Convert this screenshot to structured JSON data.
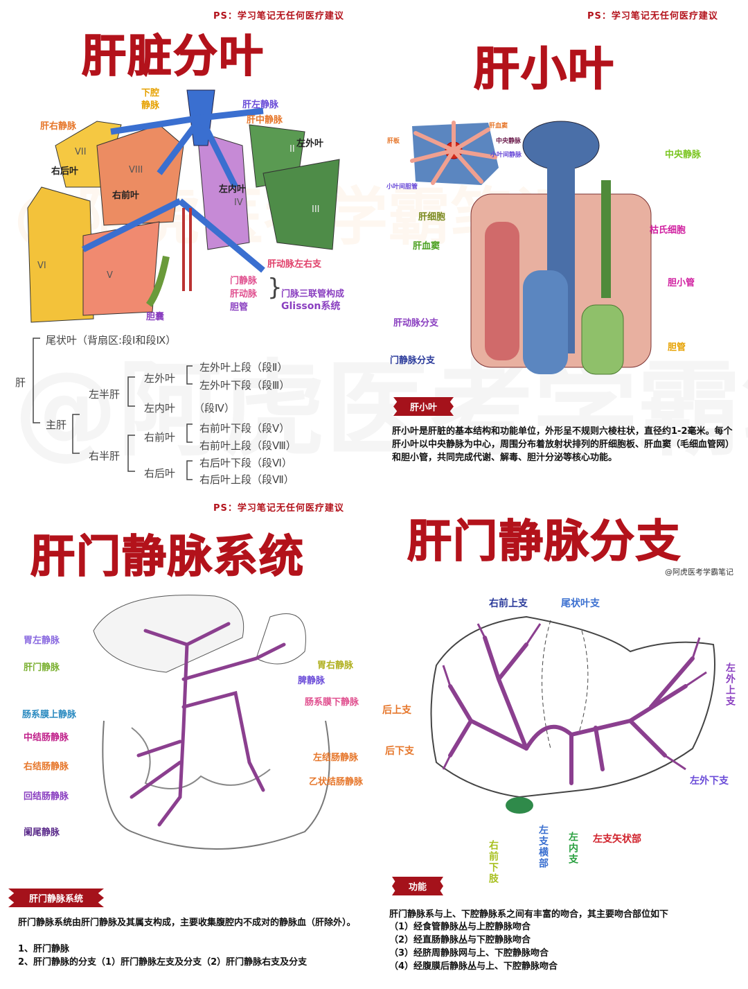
{
  "disclaimer": "PS：学习笔记无任何医疗建议",
  "watermark": "@阿虎医考学霸笔记",
  "q1": {
    "title": "肝脏分叶",
    "labels": {
      "ivc": "下腔\n静脉",
      "lhv": "肝左静脉",
      "mhv": "肝中静脉",
      "rhv": "肝右静脉",
      "rpost": "右后叶",
      "rant": "右前叶",
      "lat": "左外叶",
      "med": "左内叶",
      "artery_lr": "肝动脉左右支",
      "pv": "门静脉",
      "ha": "肝动脉",
      "bd": "胆管",
      "triad": "门脉三联管构成",
      "glisson": "Glisson系统",
      "gb": "胆囊",
      "seg_vii": "VII",
      "seg_viii": "VIII",
      "seg_vi": "VI",
      "seg_v": "V",
      "seg_ii": "II",
      "seg_iii": "III",
      "seg_iv": "IV"
    },
    "tree": {
      "root": "肝",
      "caudate": "尾状叶（背扇区:段Ⅰ和段Ⅸ）",
      "main": "主肝",
      "left_half": "左半肝",
      "right_half": "右半肝",
      "left_lateral": "左外叶",
      "left_medial": "左内叶",
      "right_anterior": "右前叶",
      "right_posterior": "右后叶",
      "s2": "左外叶上段（段Ⅱ）",
      "s3": "左外叶下段（段Ⅲ）",
      "s4": "（段Ⅳ）",
      "s5": "右前叶下段（段Ⅴ）",
      "s8": "右前叶上段（段Ⅷ）",
      "s6": "右后叶下段（段Ⅵ）",
      "s7": "右后叶上段（段Ⅶ）"
    }
  },
  "q2": {
    "title": "肝小叶",
    "inset": {
      "sinusoid": "肝血窦",
      "plate": "肝板",
      "central": "中央静脉",
      "interlobular_vein": "小叶间静脉",
      "interlobular_duct": "小叶间胆管"
    },
    "labels": {
      "central": "中央静脉",
      "hepatocyte": "肝细胞",
      "sinusoid": "肝血窦",
      "kupffer": "枯氏细胞",
      "canaliculus": "胆小管",
      "artery": "肝动脉分支",
      "duct": "胆管",
      "portal": "门静脉分支"
    },
    "section": "肝小叶",
    "text": "肝小叶是肝脏的基本结构和功能单位，外形呈不规则六棱柱状，直径约1-2毫米。每个肝小叶以中央静脉为中心，周围分布着放射状排列的肝细胞板、肝血窦（毛细血管网）和胆小管，共同完成代谢、解毒、胆汁分泌等核心功能。"
  },
  "q3": {
    "title": "肝门静脉系统",
    "labels_left": [
      "胃左静脉",
      "肝门静脉",
      "肠系膜上静脉",
      "中结肠静脉",
      "右结肠静脉",
      "回结肠静脉",
      "阑尾静脉"
    ],
    "labels_right": [
      "胃右静脉",
      "脾静脉",
      "肠系膜下静脉",
      "左结肠静脉",
      "乙状结肠静脉"
    ],
    "section": "肝门静脉系统",
    "text": [
      "肝门静脉系统由肝门静脉及其属支构成，主要收集腹腔内不成对的静脉血（肝除外）。",
      "1、肝门静脉",
      "2、肝门静脉的分支（1）肝门静脉左支及分支（2）肝门静脉右支及分支"
    ]
  },
  "q4": {
    "title": "肝门静脉分支",
    "credit": "@阿虎医考学霸笔记",
    "labels": {
      "ra_sup": "右前上支",
      "caudate": "尾状叶支",
      "post_sup": "后上支",
      "post_inf": "后下支",
      "ll_sup": "左外上支",
      "ll_inf": "左外下支",
      "sagittal": "左支矢状部",
      "ra_inf": "右前下肢",
      "transverse": "左支横部",
      "lmed": "左内支"
    },
    "section": "功能",
    "text": [
      "肝门静脉系与上、下腔静脉系之间有丰富的吻合，其主要吻合部位如下",
      "（1）经食管静脉丛与上腔静脉吻合",
      "（2）经直肠静脉丛与下腔静脉吻合",
      "（3）经脐周静脉网与上、下腔静脉吻合",
      "（4）经腹膜后静脉丛与上、下腔静脉吻合"
    ]
  },
  "colors": {
    "title": "#b3121b",
    "vein": "#3a6fd0",
    "portal_purple": "#8b3f8f"
  }
}
